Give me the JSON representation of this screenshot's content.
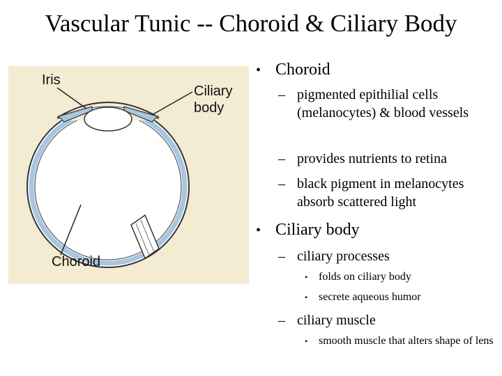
{
  "slide": {
    "title": "Vascular Tunic -- Choroid & Ciliary Body"
  },
  "figure": {
    "labels": {
      "iris": "Iris",
      "ciliary_line1": "Ciliary",
      "ciliary_line2": "body",
      "choroid": "Choroid"
    }
  },
  "bullets": [
    {
      "text": "Choroid",
      "items": [
        {
          "text": "pigmented epithilial cells (melanocytes) & blood vessels"
        },
        {
          "text": "provides nutrients to retina"
        },
        {
          "text": "black pigment in melanocytes absorb scattered light"
        }
      ]
    },
    {
      "text": "Ciliary body",
      "items": [
        {
          "text": "ciliary processes",
          "items": [
            {
              "text": "folds on ciliary body"
            },
            {
              "text": "secrete aqueous humor"
            }
          ]
        },
        {
          "text": "ciliary muscle",
          "items": [
            {
              "text": "smooth muscle that alters shape of lens"
            }
          ]
        }
      ]
    }
  ],
  "colors": {
    "figure_background": "#f3ecd3",
    "choroid_layer": "#a9c6e0",
    "outline": "#333333"
  }
}
